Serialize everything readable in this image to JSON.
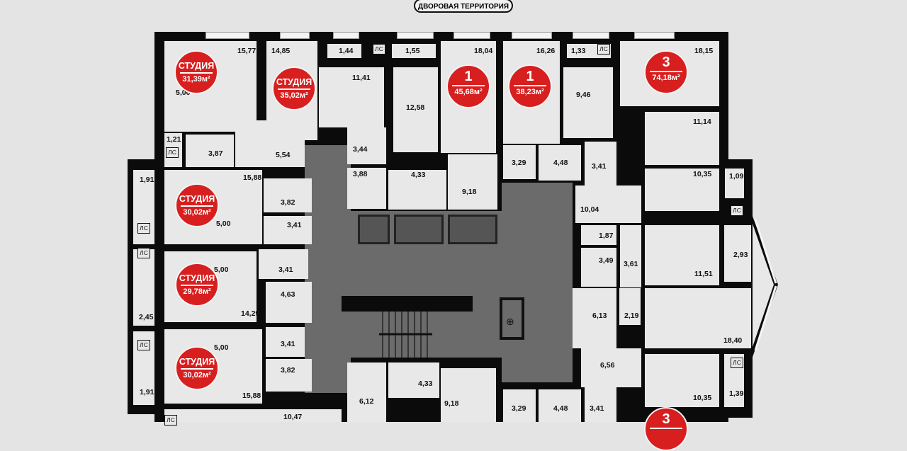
{
  "header": {
    "courtyard_label": "ДВОРОВАЯ ТЕРРИТОРИЯ"
  },
  "closet_label": "ЛС",
  "apartments": [
    {
      "type": "СТУДИЯ",
      "area": "31,39м²"
    },
    {
      "type": "СТУДИЯ",
      "area": "35,02м²"
    },
    {
      "type": "1",
      "area": "45,68м²"
    },
    {
      "type": "1",
      "area": "38,23м²"
    },
    {
      "type": "3",
      "area": "74,18м²"
    },
    {
      "type": "СТУДИЯ",
      "area": "30,02м²"
    },
    {
      "type": "СТУДИЯ",
      "area": "29,78м²"
    },
    {
      "type": "СТУДИЯ",
      "area": "30,02м²"
    },
    {
      "type": "3",
      "area": ""
    }
  ],
  "rooms": [
    "15,77",
    "5,00",
    "14,85",
    "1,44",
    "1,55",
    "11,41",
    "12,58",
    "18,04",
    "16,26",
    "1,33",
    "9,46",
    "18,15",
    "1,21",
    "3,87",
    "5,54",
    "3,44",
    "3,88",
    "4,33",
    "9,18",
    "3,29",
    "4,48",
    "3,41",
    "11,14",
    "10,35",
    "1,09",
    "10,04",
    "1,91",
    "15,88",
    "3,82",
    "5,00",
    "3,41",
    "1,87",
    "3,49",
    "3,61",
    "11,51",
    "2,93",
    "5,00",
    "3,41",
    "2,45",
    "4,63",
    "14,29",
    "6,13",
    "2,19",
    "18,40",
    "5,00",
    "3,41",
    "1,91",
    "3,82",
    "15,88",
    "6,56",
    "10,35",
    "1,39",
    "4,33",
    "6,12",
    "9,18",
    "10,47",
    "3,29",
    "4,48",
    "3,41"
  ]
}
